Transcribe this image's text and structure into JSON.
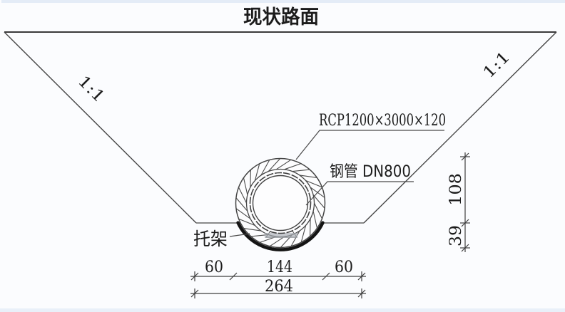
{
  "title": "现状路面",
  "slope_labels": {
    "left": "1:1",
    "right": "1:1"
  },
  "annotations": {
    "rcp_pipe": "RCP1200×3000×120",
    "steel_pipe": "钢管 DN800",
    "bracket": "托架"
  },
  "dimensions": {
    "bottom_left": "60",
    "bottom_middle": "144",
    "bottom_right": "60",
    "bottom_total": "264",
    "right_upper": "108",
    "right_lower": "39"
  },
  "colors": {
    "line": "#454545",
    "road_line": "#3a3a3a",
    "text": "#1c1c1c",
    "bracket_arc": "#141414",
    "hatch": "#4a4a4a",
    "pad_gray": "#a9adb3",
    "background": "#fbfcfe",
    "edge_tint": "#e4ecf7"
  }
}
